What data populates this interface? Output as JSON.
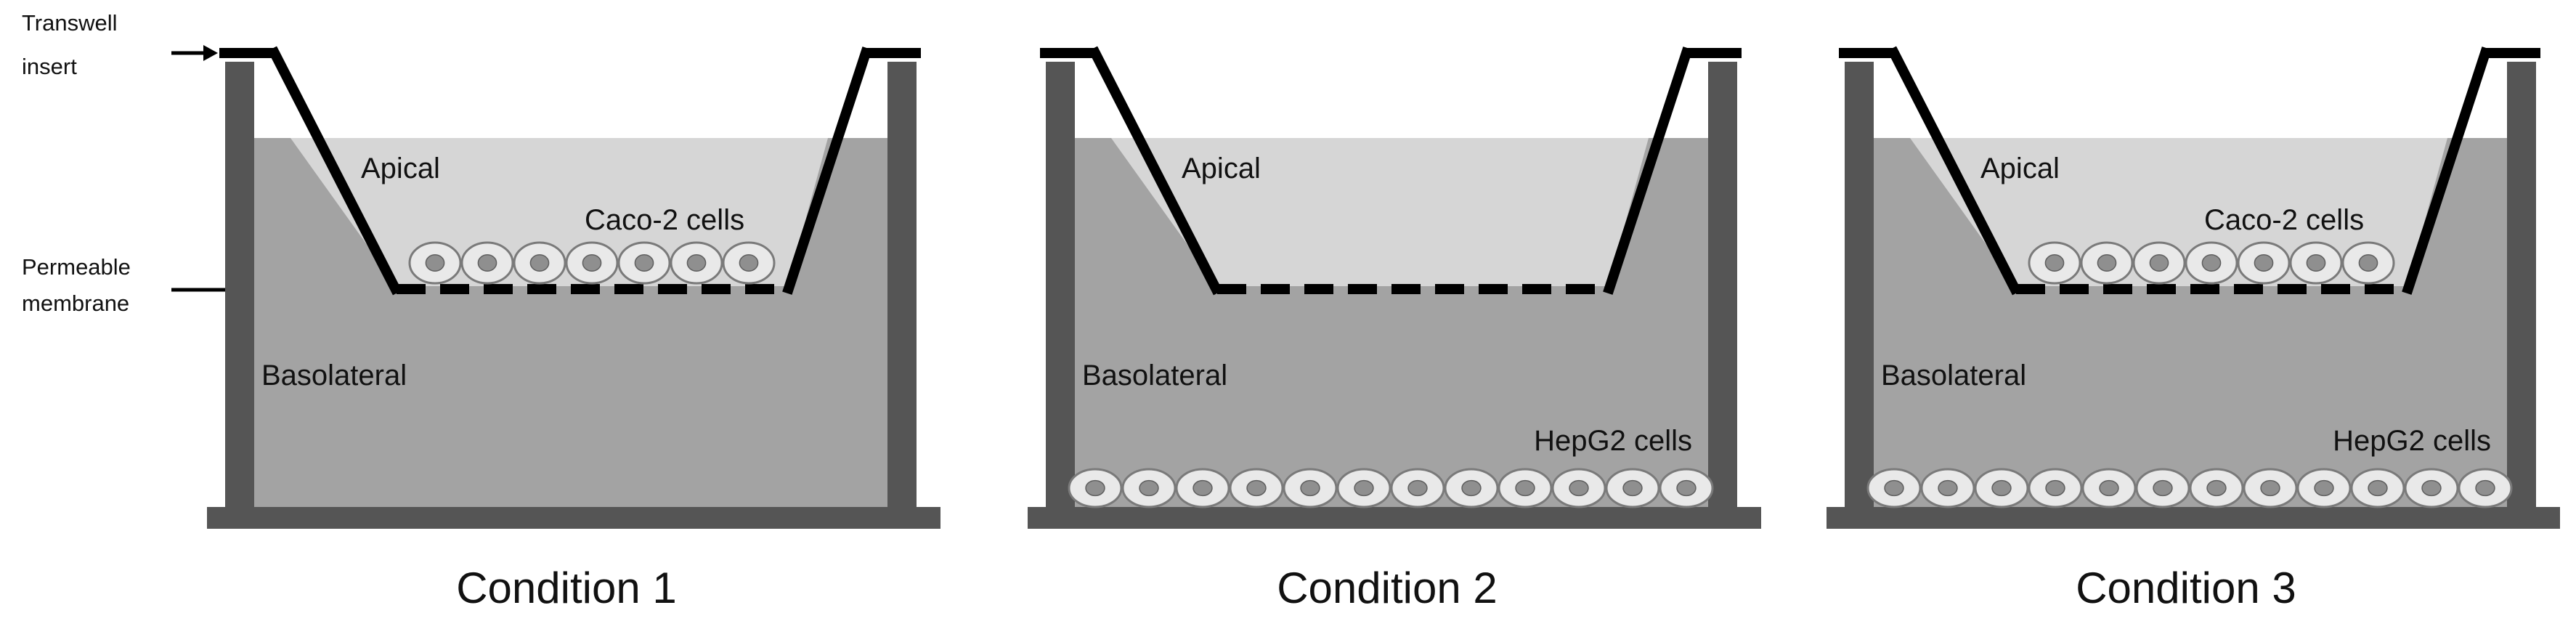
{
  "colors": {
    "basolateral": "#a3a3a3",
    "apical": "#d6d6d6",
    "well_wall": "#555555",
    "insert": "#000000",
    "cell_fill": "#e9e9e9",
    "cell_nucleus": "#8f8f8f"
  },
  "annotations": {
    "transwell_insert": [
      "Transwell",
      "insert"
    ],
    "permeable_membrane": [
      "Permeable",
      "membrane"
    ]
  },
  "conditions": [
    {
      "title": "Condition 1",
      "labels": {
        "apical": "Apical",
        "basolateral": "Basolateral",
        "caco2": "Caco-2 cells",
        "hepg2": ""
      },
      "caco2_cells": 7,
      "hepg2_cells": 0
    },
    {
      "title": "Condition 2",
      "labels": {
        "apical": "Apical",
        "basolateral": "Basolateral",
        "caco2": "",
        "hepg2": "HepG2 cells"
      },
      "caco2_cells": 0,
      "hepg2_cells": 12
    },
    {
      "title": "Condition 3",
      "labels": {
        "apical": "Apical",
        "basolateral": "Basolateral",
        "caco2": "Caco-2 cells",
        "hepg2": "HepG2 cells"
      },
      "caco2_cells": 7,
      "hepg2_cells": 12
    }
  ]
}
